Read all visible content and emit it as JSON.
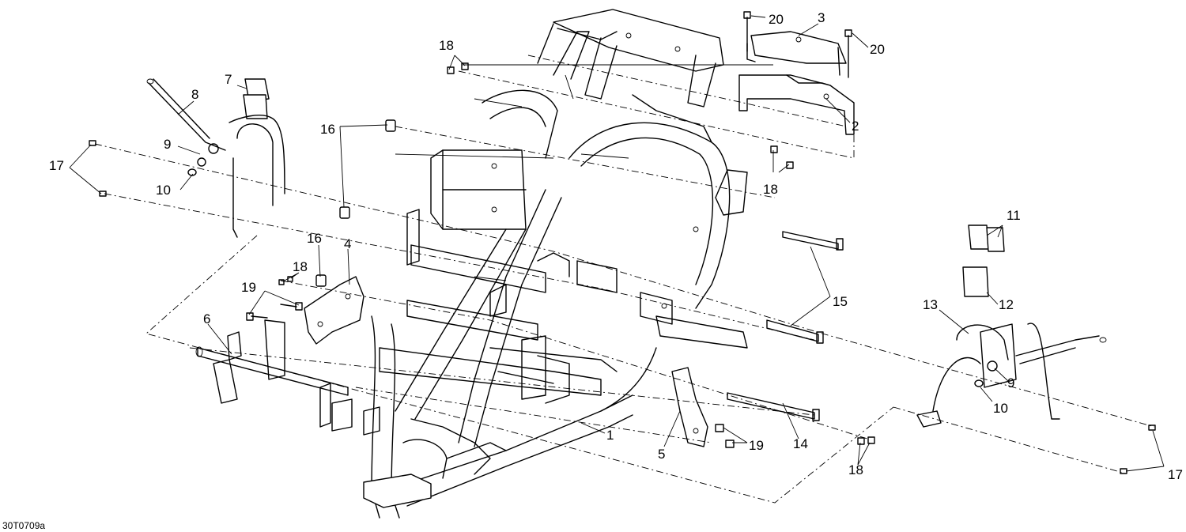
{
  "drawing": {
    "reference_code": "30T0709a"
  },
  "callouts": [
    {
      "id": "c1",
      "label": "1"
    },
    {
      "id": "c2",
      "label": "2"
    },
    {
      "id": "c3",
      "label": "3"
    },
    {
      "id": "c4",
      "label": "4"
    },
    {
      "id": "c5",
      "label": "5"
    },
    {
      "id": "c6",
      "label": "6"
    },
    {
      "id": "c7",
      "label": "7"
    },
    {
      "id": "c8",
      "label": "8"
    },
    {
      "id": "c9a",
      "label": "9"
    },
    {
      "id": "c9b",
      "label": "9"
    },
    {
      "id": "c10a",
      "label": "10"
    },
    {
      "id": "c10b",
      "label": "10"
    },
    {
      "id": "c11",
      "label": "11"
    },
    {
      "id": "c12",
      "label": "12"
    },
    {
      "id": "c13",
      "label": "13"
    },
    {
      "id": "c14",
      "label": "14"
    },
    {
      "id": "c15",
      "label": "15"
    },
    {
      "id": "c16a",
      "label": "16"
    },
    {
      "id": "c16b",
      "label": "16"
    },
    {
      "id": "c17a",
      "label": "17"
    },
    {
      "id": "c17b",
      "label": "17"
    },
    {
      "id": "c18a",
      "label": "18"
    },
    {
      "id": "c18b",
      "label": "18"
    },
    {
      "id": "c18c",
      "label": "18"
    },
    {
      "id": "c18d",
      "label": "18"
    },
    {
      "id": "c19a",
      "label": "19"
    },
    {
      "id": "c19b",
      "label": "19"
    },
    {
      "id": "c20a",
      "label": "20"
    },
    {
      "id": "c20b",
      "label": "20"
    }
  ]
}
